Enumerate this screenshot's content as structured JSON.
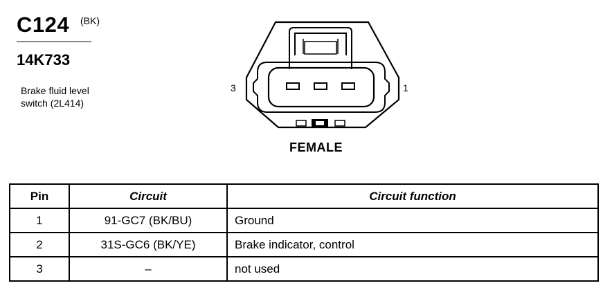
{
  "header": {
    "connector_id": "C124",
    "connector_color": "(BK)",
    "part_number": "14K733",
    "description_line1": "Brake fluid level",
    "description_line2": "switch (2L414)"
  },
  "diagram": {
    "pin_left_label": "3",
    "pin_right_label": "1",
    "gender": "FEMALE"
  },
  "table": {
    "headers": [
      "Pin",
      "Circuit",
      "Circuit function"
    ],
    "rows": [
      {
        "pin": "1",
        "circuit": "91-GC7 (BK/BU)",
        "function": "Ground"
      },
      {
        "pin": "2",
        "circuit": "31S-GC6 (BK/YE)",
        "function": "Brake indicator, control"
      },
      {
        "pin": "3",
        "circuit": "–",
        "function": "not used"
      }
    ]
  }
}
